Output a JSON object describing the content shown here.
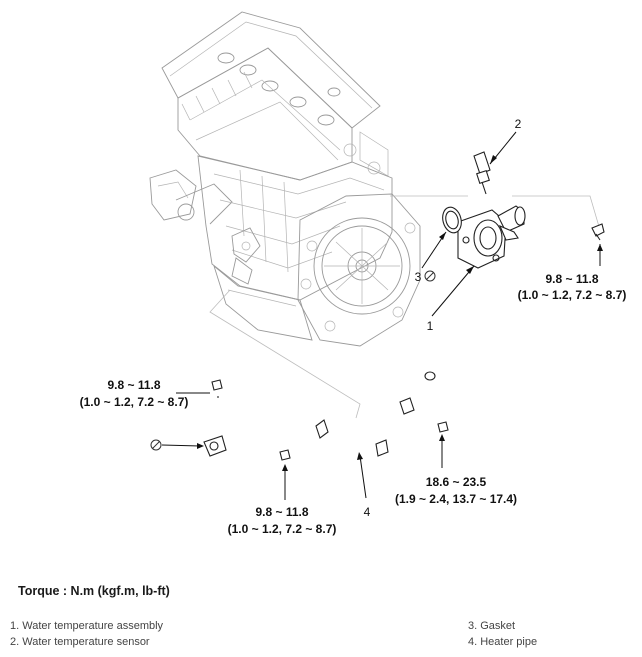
{
  "torque_labels": {
    "sensor_bolt": {
      "line1": "9.8 ~ 11.8",
      "line2": "(1.0 ~ 1.2, 7.2 ~ 8.7)"
    },
    "pipe_left": {
      "line1": "9.8 ~ 11.8",
      "line2": "(1.0 ~ 1.2, 7.2 ~ 8.7)"
    },
    "pipe_bottom": {
      "line1": "9.8 ~ 11.8",
      "line2": "(1.0 ~ 1.2, 7.2 ~ 8.7)"
    },
    "pipe_right": {
      "line1": "18.6 ~ 23.5",
      "line2": "(1.9 ~ 2.4, 13.7 ~ 17.4)"
    }
  },
  "callouts": {
    "assembly": "1",
    "sensor": "2",
    "gasket": "3",
    "pipe": "4"
  },
  "torque_title": "Torque : N.m (kgf.m, lb-ft)",
  "legend": [
    "1. Water temperature assembly",
    "2. Water temperature sensor",
    "3. Gasket",
    "4. Heater pipe"
  ]
}
